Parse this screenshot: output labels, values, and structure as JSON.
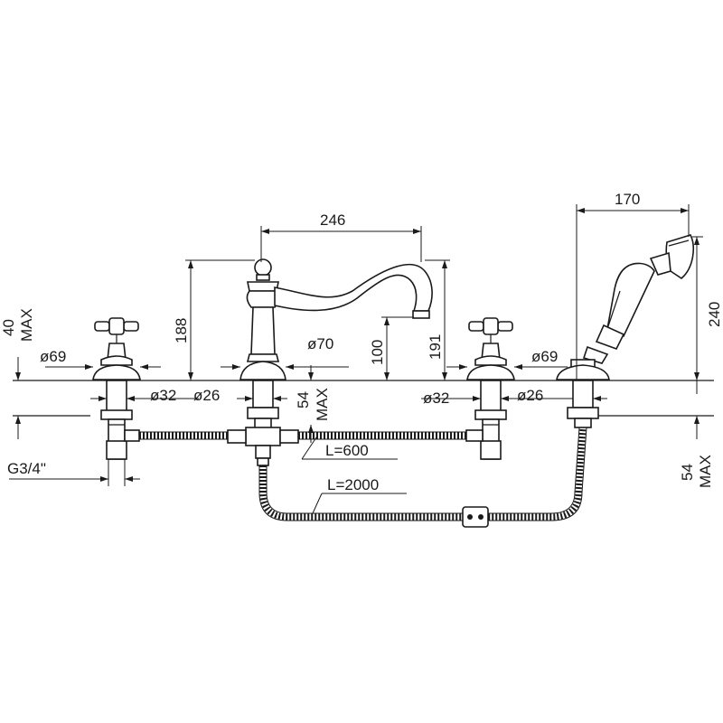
{
  "colors": {
    "line": "#1a1a1a",
    "background": "#ffffff"
  },
  "dimensions": {
    "spout_reach": "246",
    "shower_reach": "170",
    "spout_height": "188",
    "outlet_height": "100",
    "spout_top_height": "191",
    "shower_height": "240",
    "deck_thickness_left": "40",
    "deck_thickness_left_max": "MAX",
    "deck_thickness_center": "54",
    "deck_thickness_center_max": "MAX",
    "deck_thickness_right": "54",
    "deck_thickness_right_max": "MAX",
    "rosette_left": "ø69",
    "rosette_center": "ø70",
    "rosette_right": "ø69",
    "shank_left": "ø32",
    "shank_center": "ø26",
    "shank_right_valve": "ø32",
    "shank_right_shower": "ø26",
    "thread": "G3/4\"",
    "hose_short": "L=600",
    "hose_long": "L=2000"
  }
}
